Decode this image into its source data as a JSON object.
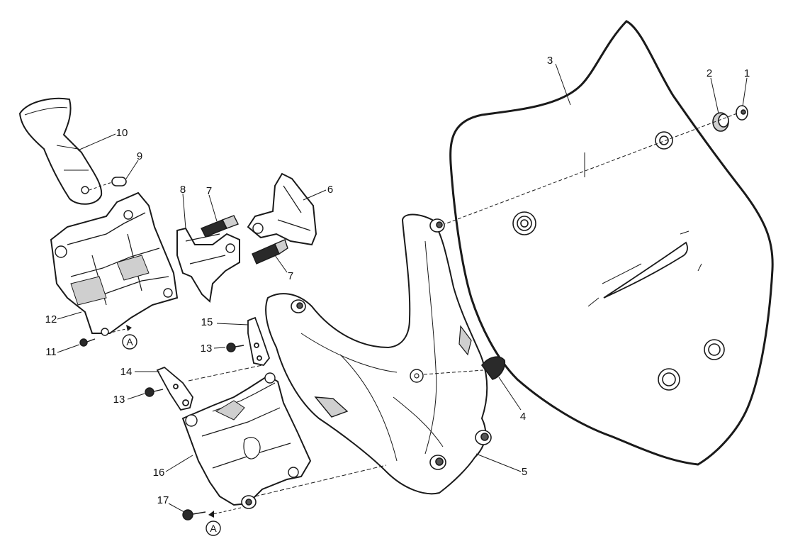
{
  "diagram": {
    "callouts": [
      "1",
      "2",
      "3",
      "4",
      "5",
      "6",
      "7",
      "7",
      "8",
      "9",
      "10",
      "11",
      "12",
      "13",
      "13",
      "14",
      "15",
      "16",
      "17"
    ],
    "view_markers": [
      "A",
      "A"
    ]
  },
  "colors": {
    "line": "#1a1a1a",
    "fill": "#ffffff",
    "shade": "#d8d8d8",
    "dark": "#2a2a2a"
  }
}
